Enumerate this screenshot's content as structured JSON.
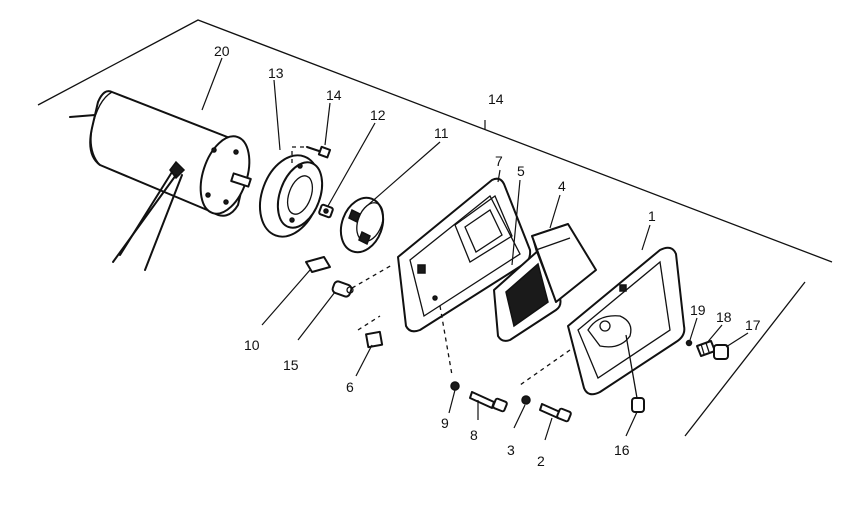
{
  "diagram": {
    "type": "exploded-parts-diagram",
    "callouts": {
      "c20": "20",
      "c13": "13",
      "c14a": "14",
      "c12": "12",
      "c11": "11",
      "c14b": "14",
      "c7": "7",
      "c5": "5",
      "c4": "4",
      "c1": "1",
      "c10": "10",
      "c15": "15",
      "c6": "6",
      "c9": "9",
      "c8": "8",
      "c3": "3",
      "c2": "2",
      "c16": "16",
      "c19": "19",
      "c18": "18",
      "c17": "17"
    }
  }
}
